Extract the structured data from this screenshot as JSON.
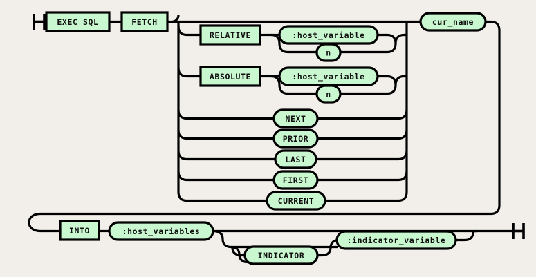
{
  "diagram": {
    "type": "railroad-syntax-diagram",
    "title": "EXEC SQL FETCH",
    "colors": {
      "background": "#f2efea",
      "node_fill": "#c9f7cf",
      "stroke": "#000000",
      "text": "#111111"
    },
    "terminators": {
      "start": "|-",
      "end": "-|"
    },
    "nodes": {
      "exec_sql": {
        "label": "EXEC SQL",
        "shape": "rect"
      },
      "fetch": {
        "label": "FETCH",
        "shape": "rect"
      },
      "relative": {
        "label": "RELATIVE",
        "shape": "rect"
      },
      "absolute": {
        "label": "ABSOLUTE",
        "shape": "rect"
      },
      "host_variable_rel": {
        "label": ":host_variable",
        "shape": "round"
      },
      "n_rel": {
        "label": "n",
        "shape": "round"
      },
      "host_variable_abs": {
        "label": ":host_variable",
        "shape": "round"
      },
      "n_abs": {
        "label": "n",
        "shape": "round"
      },
      "next": {
        "label": "NEXT",
        "shape": "round"
      },
      "prior": {
        "label": "PRIOR",
        "shape": "round"
      },
      "last": {
        "label": "LAST",
        "shape": "round"
      },
      "first": {
        "label": "FIRST",
        "shape": "round"
      },
      "current": {
        "label": "CURRENT",
        "shape": "round"
      },
      "cur_name": {
        "label": "cur_name",
        "shape": "round"
      },
      "into": {
        "label": "INTO",
        "shape": "rect"
      },
      "host_variables": {
        "label": ":host_variables",
        "shape": "round"
      },
      "indicator": {
        "label": "INDICATOR",
        "shape": "round"
      },
      "indicator_variable": {
        "label": ":indicator_variable",
        "shape": "round"
      }
    },
    "branches": [
      "RELATIVE :host_variable | n",
      "ABSOLUTE :host_variable | n",
      "NEXT",
      "PRIOR",
      "LAST",
      "FIRST",
      "CURRENT"
    ]
  }
}
